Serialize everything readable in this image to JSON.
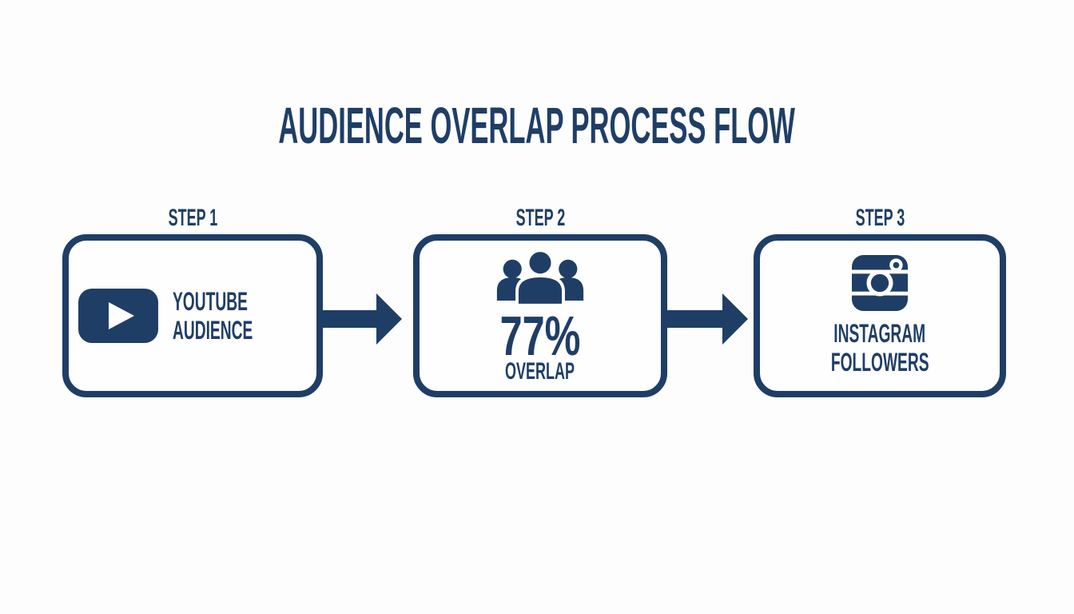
{
  "title": "AUDIENCE OVERLAP PROCESS FLOW",
  "colors": {
    "navy": "#1f3e66",
    "background": "#fdfdfd"
  },
  "steps": [
    {
      "label": "STEP 1",
      "icon": "youtube-play-icon",
      "lines": [
        "YOUTUBE",
        "AUDIENCE"
      ]
    },
    {
      "label": "STEP 2",
      "icon": "audience-group-icon",
      "value": "77%",
      "lines": [
        "OVERLAP"
      ]
    },
    {
      "label": "STEP 3",
      "icon": "instagram-camera-icon",
      "lines": [
        "INSTAGRAM",
        "FOLLOWERS"
      ]
    }
  ],
  "connectors": [
    {
      "icon": "arrow-right-icon"
    },
    {
      "icon": "arrow-right-icon"
    }
  ]
}
